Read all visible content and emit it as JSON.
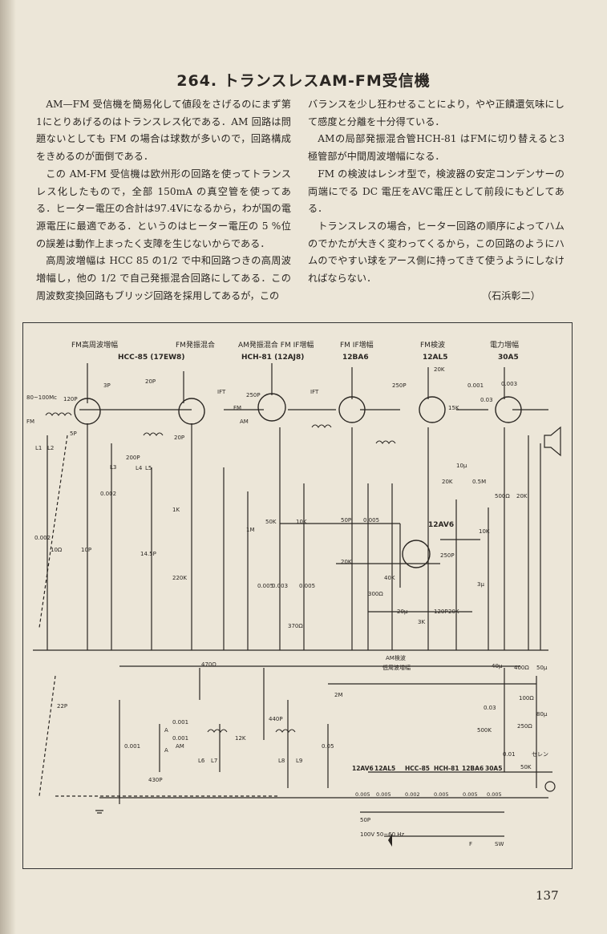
{
  "title": "264. トランスレスAM-FM受信機",
  "left_column": [
    "AM—FM 受信機を簡易化して値段をさげるのにまず第1にとりあげるのはトランスレス化である．AM 回路は問題ないとしても FM の場合は球数が多いので，回路構成をきめるのが面倒である．",
    "この AM-FM 受信機は欧州形の回路を使ってトランスレス化したもので，全部 150mA の真空管を使ってある．ヒーター電圧の合計は97.4Vになるから，わが国の電源電圧に最適である．というのはヒーター電圧の 5 %位の誤差は動作上まったく支障を生じないからである．",
    "高周波増幅は HCC 85 の1/2 で中和回路つきの高周波増幅し，他の 1/2 で自己発振混合回路にしてある．この周波数変換回路もブリッジ回路を採用してあるが，この"
  ],
  "right_column": [
    "バランスを少し狂わせることにより，やや正饋還気味にして感度と分離を十分得ている．",
    "AMの局部発振混合管HCH-81 はFMに切り替えると3極管部が中間周波増幅になる．",
    "FM の検波はレシオ型で，検波器の安定コンデンサーの両端にでる DC 電圧をAVC電圧として前段にもどしてある．",
    "トランスレスの場合，ヒーター回路の順序によってハムのでかたが大きく変わってくるから，この回路のようにハムのでやすい球をアース側に持ってきて使うようにしなければならない．"
  ],
  "author": "（石浜彰二）",
  "page_number": "137",
  "schematic": {
    "stage_labels": [
      "FM高周波増幅",
      "FM発振混合",
      "AM発振混合 FM IF増幅",
      "FM IF増幅",
      "FM検波",
      "電力増幅"
    ],
    "tube_labels": [
      "HCC-85 (17EW8)",
      "HCH-81 (12AJ8)",
      "12BA6",
      "12AL5",
      "30A5",
      "12AV6"
    ],
    "component_labels": [
      "80~100Mc",
      "FM",
      "120P",
      "3P",
      "20P",
      "5P",
      "L1",
      "L2",
      "L3",
      "L4",
      "L5",
      "20P",
      "200P",
      "0.002",
      "1K",
      "14.5P",
      "220K",
      "0.002",
      "10Ω",
      "10P",
      "IFT",
      "FM",
      "AM",
      "250P",
      "1M",
      "50K",
      "10K",
      "0.005",
      "0.003",
      "0.005",
      "370Ω",
      "IFT",
      "50P",
      "0.005",
      "20K",
      "300Ω",
      "40K",
      "250P",
      "20K",
      "0.001",
      "0.03",
      "0.003",
      "20K",
      "0.5M",
      "15K",
      "20K",
      "10μ",
      "500Ω",
      "10K",
      "250P",
      "3μ",
      "20μ",
      "3K",
      "120P",
      "20K",
      "AM検波",
      "低周波増幅",
      "470Ω",
      "40μ",
      "400Ω",
      "50μ",
      "22P",
      "2M",
      "0.03",
      "100Ω",
      "80μ",
      "500K",
      "250Ω",
      "0.01",
      "セレン",
      "0.001",
      "0.001",
      "A",
      "A",
      "AM",
      "L6",
      "L7",
      "12K",
      "440P",
      "L8",
      "L9",
      "0.05",
      "0.001",
      "430P",
      "50K",
      "50P",
      "100V 50~60 Hz",
      "F",
      "SW"
    ],
    "heater_chain": [
      "12AV6",
      "12AL5",
      "HCC-85",
      "HCH-81",
      "12BA6",
      "30A5"
    ],
    "heater_caps": [
      "0.005",
      "0.005",
      "0.002",
      "0.005",
      "0.005",
      "0.005"
    ]
  }
}
